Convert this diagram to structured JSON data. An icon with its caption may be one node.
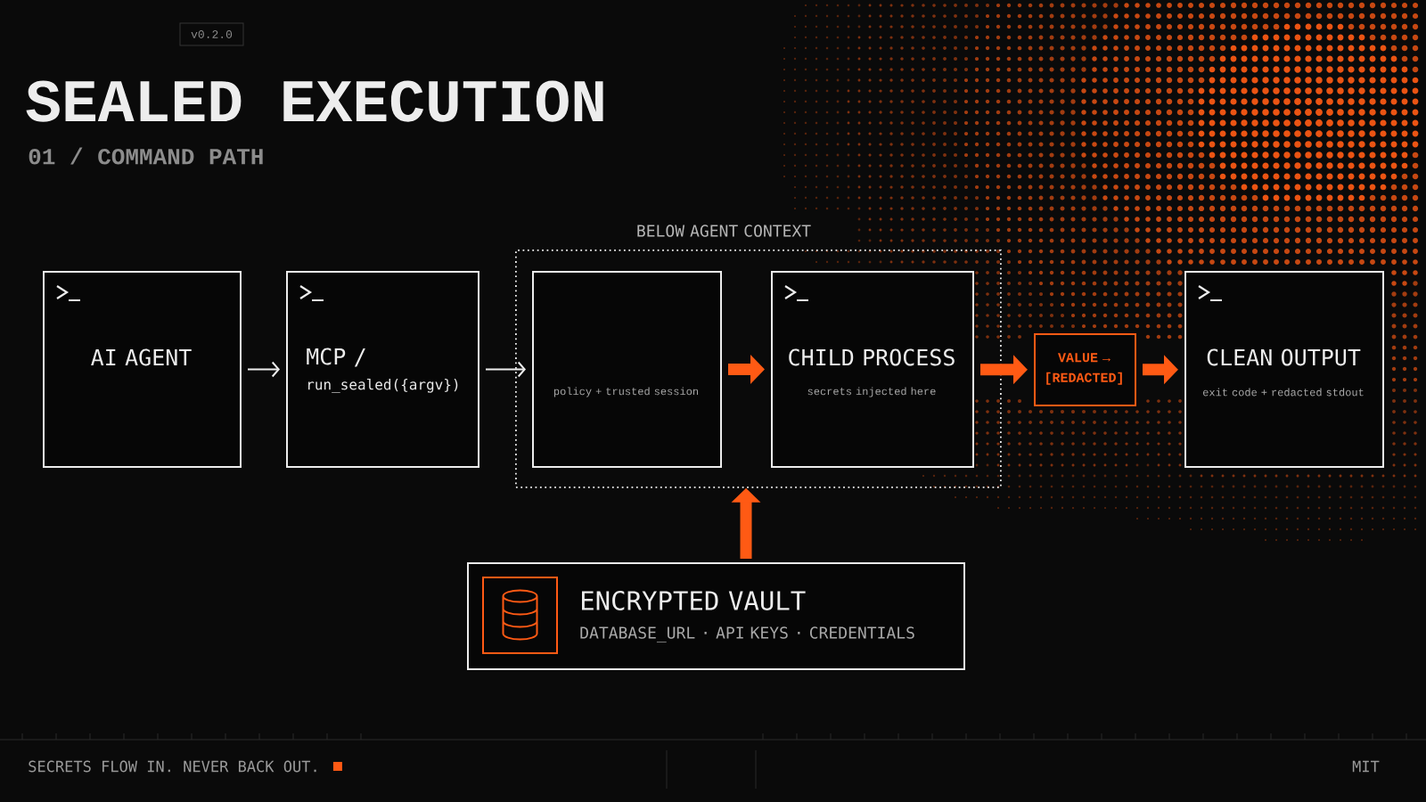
{
  "diagram": {
    "title": "SEALED EXECUTION",
    "nodes": [
      {
        "text": [
          "AI AGENT"
        ]
      },
      {
        "text": [
          "MCP /",
          "run_sealed({argv})"
        ]
      },
      {
        "text": [
          "BELOW AGENT CONTEXT"
        ]
      },
      {
        "text": [
          "policy + trusted session"
        ],
        "in": 2
      },
      {
        "text": [
          "CHILD PROCESS",
          "secrets injected here"
        ],
        "in": 2
      },
      {
        "text": [
          "VALUE → [REDACTED]"
        ]
      },
      {
        "text": [
          "CLEAN OUTPUT",
          "exit code + redacted stdout"
        ]
      },
      {
        "text": [
          "ENCRYPTED VAULT",
          "DATABASE_URL · API KEYS · CREDENTIALS"
        ]
      }
    ],
    "edges": [
      {
        "from": 0,
        "to": 1,
        "arrow": "to",
        "color": "#ededed"
      },
      {
        "from": 1,
        "to": 3,
        "arrow": "to",
        "color": "#ededed"
      },
      {
        "from": 3,
        "to": 4,
        "arrow": "to"
      },
      {
        "from": 4,
        "to": 5,
        "arrow": "to"
      },
      {
        "from": 5,
        "to": 6,
        "arrow": "to"
      },
      {
        "from": 7,
        "to": 2,
        "arrow": "to"
      }
    ],
    "labels": [
      "v0.2.0",
      "01 / COMMAND PATH",
      "SECRETS FLOW IN. NEVER BACK OUT.",
      "MIT"
    ]
  }
}
